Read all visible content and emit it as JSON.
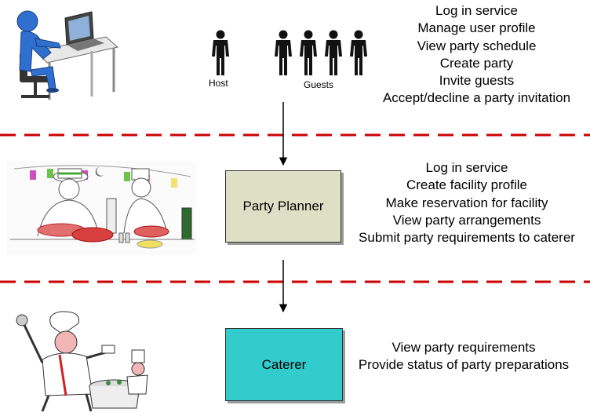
{
  "host_label": "Host",
  "guests_label": "Guests",
  "user_services": [
    "Log in service",
    "Manage user profile",
    "View party schedule",
    "Create party",
    "Invite guests",
    "Accept/decline a party invitation"
  ],
  "planner": {
    "label": "Party Planner",
    "fill": "#dde0c4",
    "services": [
      "Log in service",
      "Create facility profile",
      "Make reservation for facility",
      "View party arrangements",
      "Submit party requirements to caterer"
    ]
  },
  "caterer": {
    "label": "Caterer",
    "fill": "#33cccc",
    "services": [
      "View party requirements",
      "Provide status of party preparations"
    ]
  },
  "divider_color": "#cc0000",
  "icons": [
    "user-at-computer-icon",
    "host-person-icon",
    "guest-person-icon",
    "party-scene-icon",
    "chef-cooking-icon"
  ]
}
